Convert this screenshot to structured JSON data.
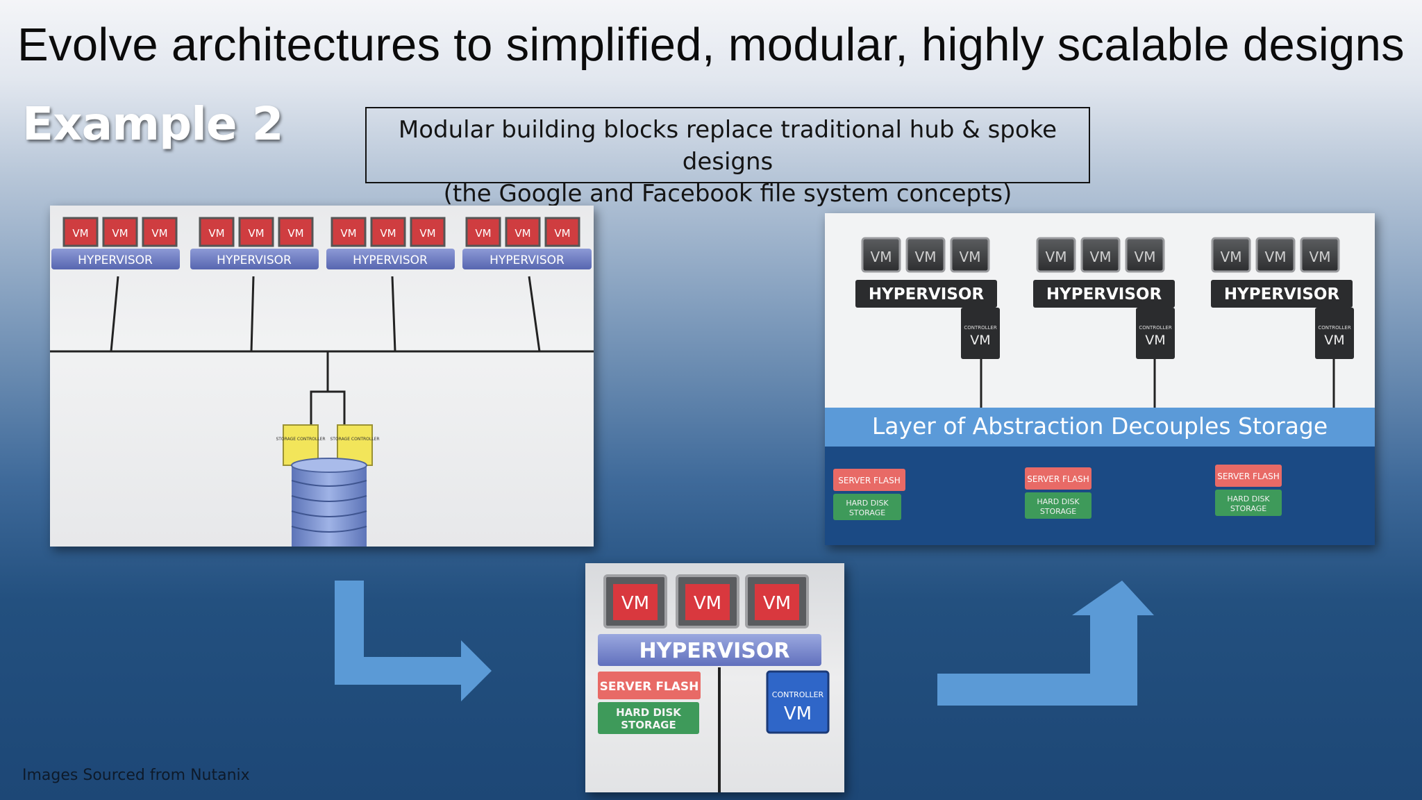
{
  "slide": {
    "title": "Evolve architectures to simplified, modular, highly scalable designs",
    "example_label": "Example 2",
    "callout_line1": "Modular building blocks replace traditional hub & spoke designs",
    "callout_line2": "(the Google and Facebook file system concepts)",
    "footer": "Images Sourced from Nutanix"
  },
  "left_diagram": {
    "vm_label": "VM",
    "hypervisor_label": "HYPERVISOR",
    "storage_controller_label": "STORAGE CONTROLLER"
  },
  "center_diagram": {
    "vm_label": "VM",
    "hypervisor_label": "HYPERVISOR",
    "server_flash_label": "SERVER FLASH",
    "hard_disk_line1": "HARD DISK",
    "hard_disk_line2": "STORAGE",
    "controller_label": "CONTROLLER",
    "controller_vm_label": "VM"
  },
  "right_diagram": {
    "vm_label": "VM",
    "hypervisor_label": "HYPERVISOR",
    "controller_label": "CONTROLLER",
    "controller_vm_label": "VM",
    "abstraction_banner": "Layer of Abstraction Decouples Storage",
    "server_flash_label": "SERVER FLASH",
    "hard_disk_line1": "HARD DISK",
    "hard_disk_line2": "STORAGE"
  },
  "colors": {
    "vm_red": "#d9383e",
    "hypervisor_blue": "#6f7fc4",
    "dark_block": "#2b2c2e",
    "abstraction_blue": "#5b9ad8",
    "storage_navy": "#1b4a84",
    "flash_red": "#e86a66",
    "disk_green": "#3e9a5a",
    "arrow_blue": "#5b9ad6"
  }
}
